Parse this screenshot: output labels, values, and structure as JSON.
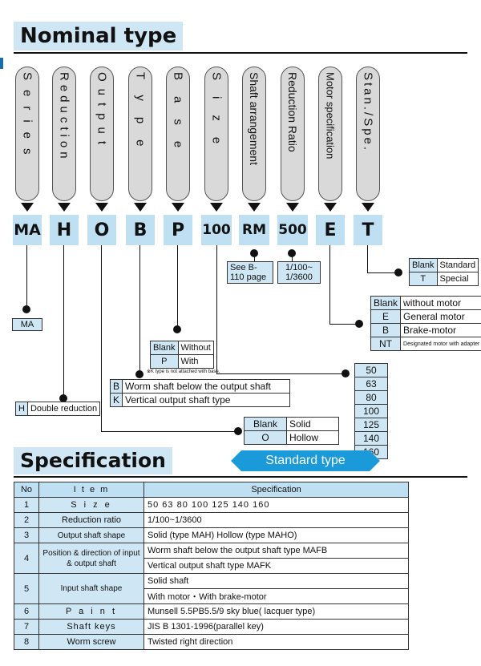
{
  "nominal": {
    "title": "Nominal type",
    "pills": [
      "Series",
      "Reduction",
      "Output",
      "Type",
      "Base",
      "Size",
      "Shaft arrangement",
      "Reduction Ratio",
      "Motor specification",
      "Stan./Spe."
    ],
    "codes": [
      "MA",
      "H",
      "O",
      "B",
      "P",
      "100",
      "RM",
      "500",
      "E",
      "T"
    ]
  },
  "labels": {
    "ma": "MA",
    "h_key": "H",
    "h_val": "Double reduction",
    "see_page": "See B-110 page",
    "ratio": "1/100~ 1/3600",
    "base_note": "※K type is not attached with base."
  },
  "standard_special": [
    {
      "k": "Blank",
      "v": "Standard"
    },
    {
      "k": "T",
      "v": "Special"
    }
  ],
  "motor": [
    {
      "k": "Blank",
      "v": "without motor"
    },
    {
      "k": "E",
      "v": "General motor"
    },
    {
      "k": "B",
      "v": "Brake-motor"
    },
    {
      "k": "NT",
      "v": "Designated motor with adapter"
    }
  ],
  "base": [
    {
      "k": "Blank",
      "v": "Without"
    },
    {
      "k": "P",
      "v": "With"
    }
  ],
  "type": [
    {
      "k": "B",
      "v": "Worm shaft below the output shaft"
    },
    {
      "k": "K",
      "v": "Vertical output shaft type"
    }
  ],
  "output": [
    {
      "k": "Blank",
      "v": "Solid"
    },
    {
      "k": "O",
      "v": "Hollow"
    }
  ],
  "sizes": [
    "50",
    "63",
    "80",
    "100",
    "125",
    "140",
    "160"
  ],
  "spec": {
    "title": "Specification",
    "badge": "Standard type",
    "headers": {
      "no": "No",
      "item": "I t e m",
      "spec": "Specification"
    },
    "rows": {
      "r1": {
        "no": "1",
        "item": "S i z e",
        "spec": "50  63  80  100  125  140  160"
      },
      "r2": {
        "no": "2",
        "item": "Reduction ratio",
        "spec": "1/100~1/3600"
      },
      "r3": {
        "no": "3",
        "item": "Output shaft shape",
        "spec": "Solid (type MAH)  Hollow (type MAHO)"
      },
      "r4": {
        "no": "4",
        "item": "Position & direction of input & output shaft",
        "spec1": "Worm shaft below the output shaft type MAFB",
        "spec2": "Vertical output shaft type MAFK"
      },
      "r5": {
        "no": "5",
        "item": "Input shaft shape",
        "spec1": "Solid shaft",
        "spec2": "With motor・With brake-motor"
      },
      "r6": {
        "no": "6",
        "item": "P a i n t",
        "spec": "Munsell 5.5PB5.5/9 sky blue( lacquer type)"
      },
      "r7": {
        "no": "7",
        "item": "Shaft keys",
        "spec": "JIS B 1301-1996(parallel key)"
      },
      "r8": {
        "no": "8",
        "item": "Worm screw",
        "spec": "Twisted right direction"
      }
    }
  }
}
